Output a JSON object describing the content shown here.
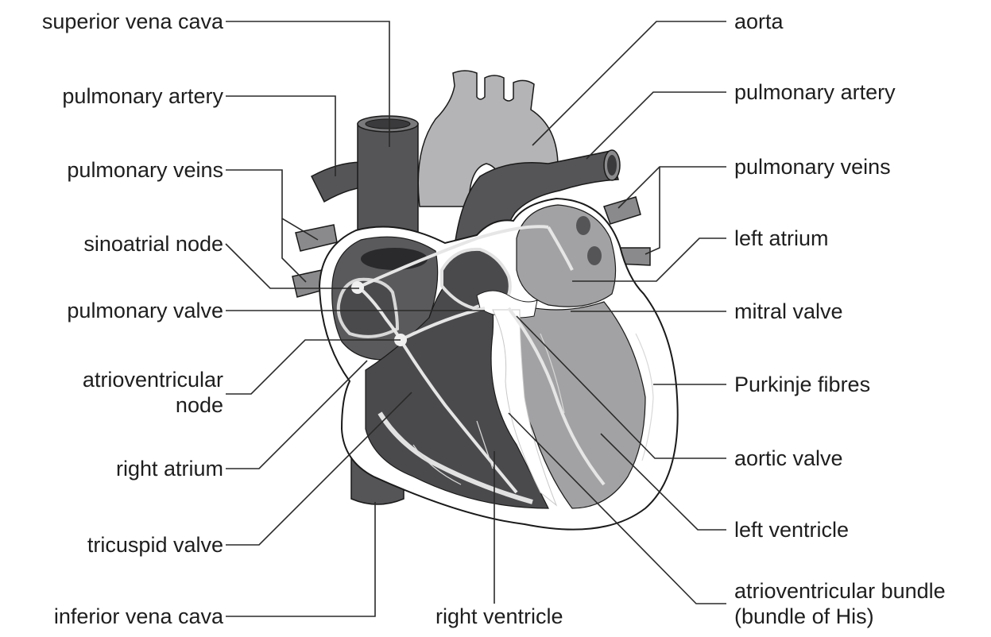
{
  "labels": {
    "superior_vena_cava": "superior vena cava",
    "pulmonary_artery_left": "pulmonary artery",
    "pulmonary_veins_left": "pulmonary veins",
    "sinoatrial_node": "sinoatrial node",
    "pulmonary_valve": "pulmonary valve",
    "atrioventricular_node_line1": "atrioventricular",
    "atrioventricular_node_line2": "node",
    "right_atrium": "right atrium",
    "tricuspid_valve": "tricuspid valve",
    "inferior_vena_cava": "inferior vena cava",
    "right_ventricle": "right ventricle",
    "aorta": "aorta",
    "pulmonary_artery_right": "pulmonary artery",
    "pulmonary_veins_right": "pulmonary veins",
    "left_atrium": "left atrium",
    "mitral_valve": "mitral valve",
    "purkinje_fibres": "Purkinje fibres",
    "aortic_valve": "aortic valve",
    "left_ventricle": "left ventricle",
    "av_bundle_line1": "atrioventricular bundle",
    "av_bundle_line2": "(bundle of His)"
  },
  "colors": {
    "vessel_dark": "#555558",
    "vessel_mid": "#8a8a8c",
    "aorta_light": "#b4b4b6",
    "chamber_dark": "#4a4a4d",
    "chamber_light": "#a2a2a4",
    "wall_white": "#ffffff",
    "outline": "#1a1a1a"
  }
}
